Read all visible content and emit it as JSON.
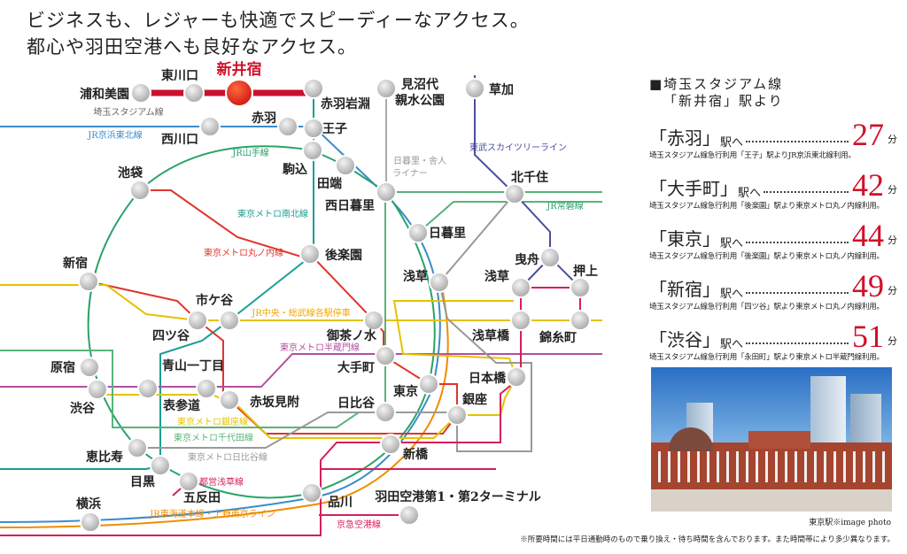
{
  "headline": [
    "ビジネスも、レジャーも快適でスピーディーなアクセス。",
    "都心や羽田空港へも良好なアクセス。"
  ],
  "stations": [
    "浦和美園",
    "東川口",
    "新井宿",
    "赤羽岩淵",
    "西川口",
    "赤羽",
    "王子",
    "駒込",
    "田端",
    "西日暮里",
    "見沼代",
    "親水公園",
    "草加",
    "北千住",
    "日暮里",
    "後楽園",
    "曳舟",
    "浅草",
    "浅草",
    "押上",
    "浅草橋",
    "錦糸町",
    "池袋",
    "新宿",
    "四ツ谷",
    "市ケ谷",
    "御茶ノ水",
    "大手町",
    "東京",
    "日比谷",
    "銀座",
    "日本橋",
    "新橋",
    "品川",
    "羽田空港第1・第2ターミナル",
    "原宿",
    "渋谷",
    "青山一丁目",
    "赤坂見附",
    "表参道",
    "恵比寿",
    "目黒",
    "五反田",
    "横浜"
  ],
  "line_labels": [
    {
      "text": "埼玉スタジアム線",
      "color": "#666666"
    },
    {
      "text": "JR京浜東北線",
      "color": "#3a8ccc"
    },
    {
      "text": "JR山手線",
      "color": "#2aa36a"
    },
    {
      "text": "東京メトロ南北線",
      "color": "#1a9e93"
    },
    {
      "text": "東京メトロ丸ノ内線",
      "color": "#e0342c"
    },
    {
      "text": "日暮里・舎人",
      "color": "#999999"
    },
    {
      "text": "ライナー",
      "color": "#999999"
    },
    {
      "text": "東武スカイツリーライン",
      "color": "#4b4f9e"
    },
    {
      "text": "JR常磐線",
      "color": "#2aa36a"
    },
    {
      "text": "JR中央・総武線各駅停車",
      "color": "#f0a800"
    },
    {
      "text": "東京メトロ半蔵門線",
      "color": "#b34fa0"
    },
    {
      "text": "東京メトロ銀座線",
      "color": "#e3c400"
    },
    {
      "text": "東京メトロ千代田線",
      "color": "#5ab27a"
    },
    {
      "text": "東京メトロ日比谷線",
      "color": "#999999"
    },
    {
      "text": "都営浅草線",
      "color": "#d61f5a"
    },
    {
      "text": "JR東海道本線・上野東京ライン",
      "color": "#f08c00"
    },
    {
      "text": "京急空港線",
      "color": "#d61f5a"
    }
  ],
  "panel": {
    "title1": "■埼玉スタジアム線",
    "title2": "「新井宿」駅より",
    "eki": "駅へ",
    "unit": "分",
    "items": [
      {
        "dest": "「赤羽」",
        "minutes": "27",
        "note": "埼玉スタジアム線急行利用「王子」駅よりJR京浜東北線利用。"
      },
      {
        "dest": "「大手町」",
        "minutes": "42",
        "note": "埼玉スタジアム線急行利用「後楽園」駅より東京メトロ丸ノ内線利用。"
      },
      {
        "dest": "「東京」",
        "minutes": "44",
        "note": "埼玉スタジアム線急行利用「後楽園」駅より東京メトロ丸ノ内線利用。"
      },
      {
        "dest": "「新宿」",
        "minutes": "49",
        "note": "埼玉スタジアム線急行利用「四ツ谷」駅より東京メトロ丸ノ内線利用。"
      },
      {
        "dest": "「渋谷」",
        "minutes": "51",
        "note": "埼玉スタジアム線急行利用「永田町」駅より東京メトロ半蔵門線利用。"
      }
    ]
  },
  "photo_caption": "東京駅※image photo",
  "footnote": "※所要時間には平日通勤時のもので乗り換え・待ち時間を含んでおります。また時間帯により多少異なります。"
}
